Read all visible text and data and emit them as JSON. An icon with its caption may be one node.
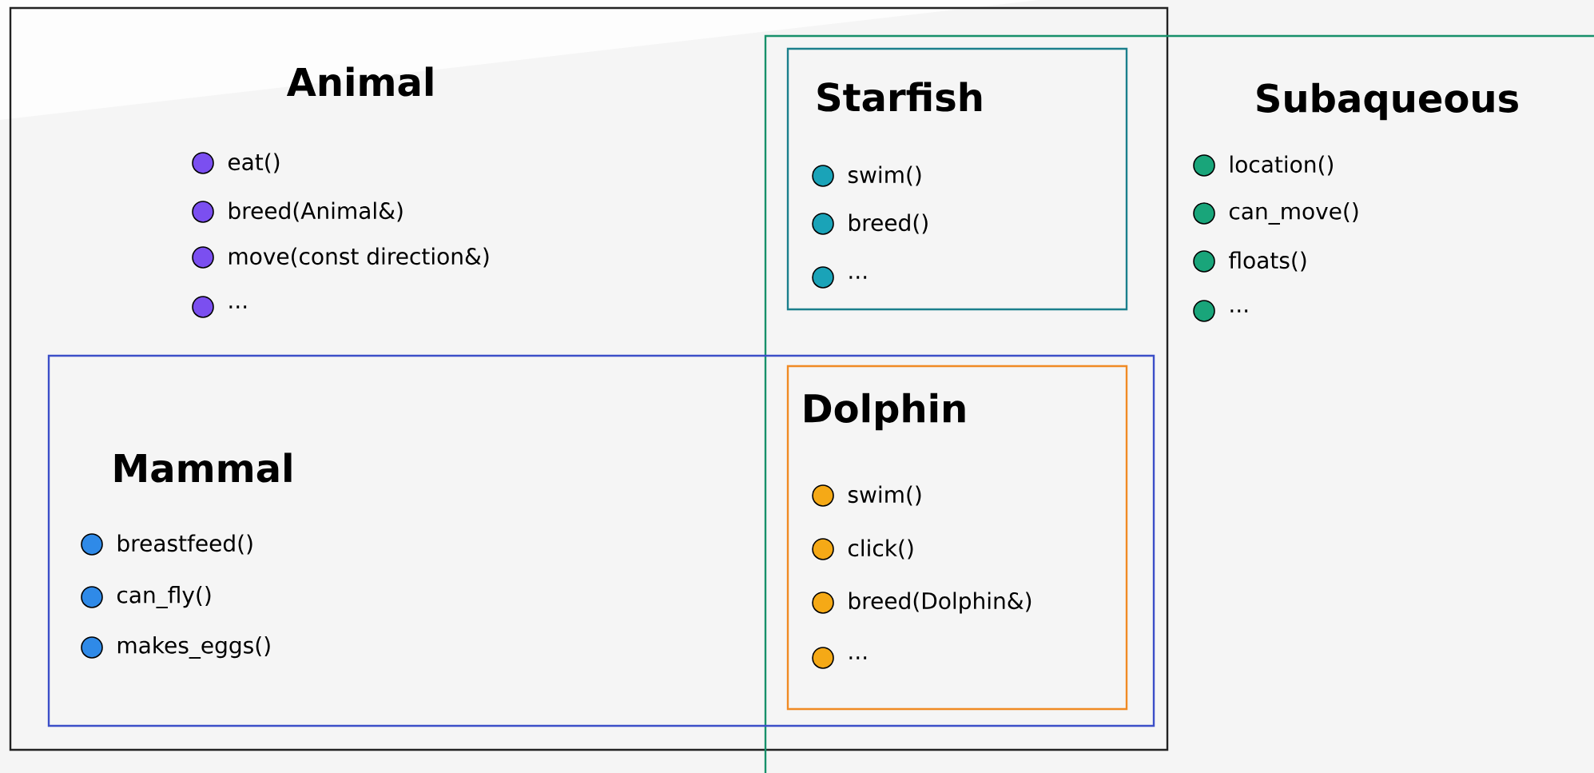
{
  "diagram": {
    "nodes": [
      {
        "text": [
          "Animal",
          "eat()",
          "breed(Animal&)",
          "move(const direction&)",
          "..."
        ]
      },
      {
        "text": [
          "Starfish",
          "swim()",
          "breed()",
          "..."
        ]
      },
      {
        "text": [
          "Subaqueous",
          "location()",
          "can_move()",
          "floats()",
          "..."
        ]
      },
      {
        "text": [
          "Mammal",
          "breastfeed()",
          "can_fly()",
          "makes_eggs()"
        ],
        "in": 0
      },
      {
        "text": [
          "Dolphin",
          "swim()",
          "click()",
          "breed(Dolphin&)",
          "..."
        ]
      }
    ]
  }
}
